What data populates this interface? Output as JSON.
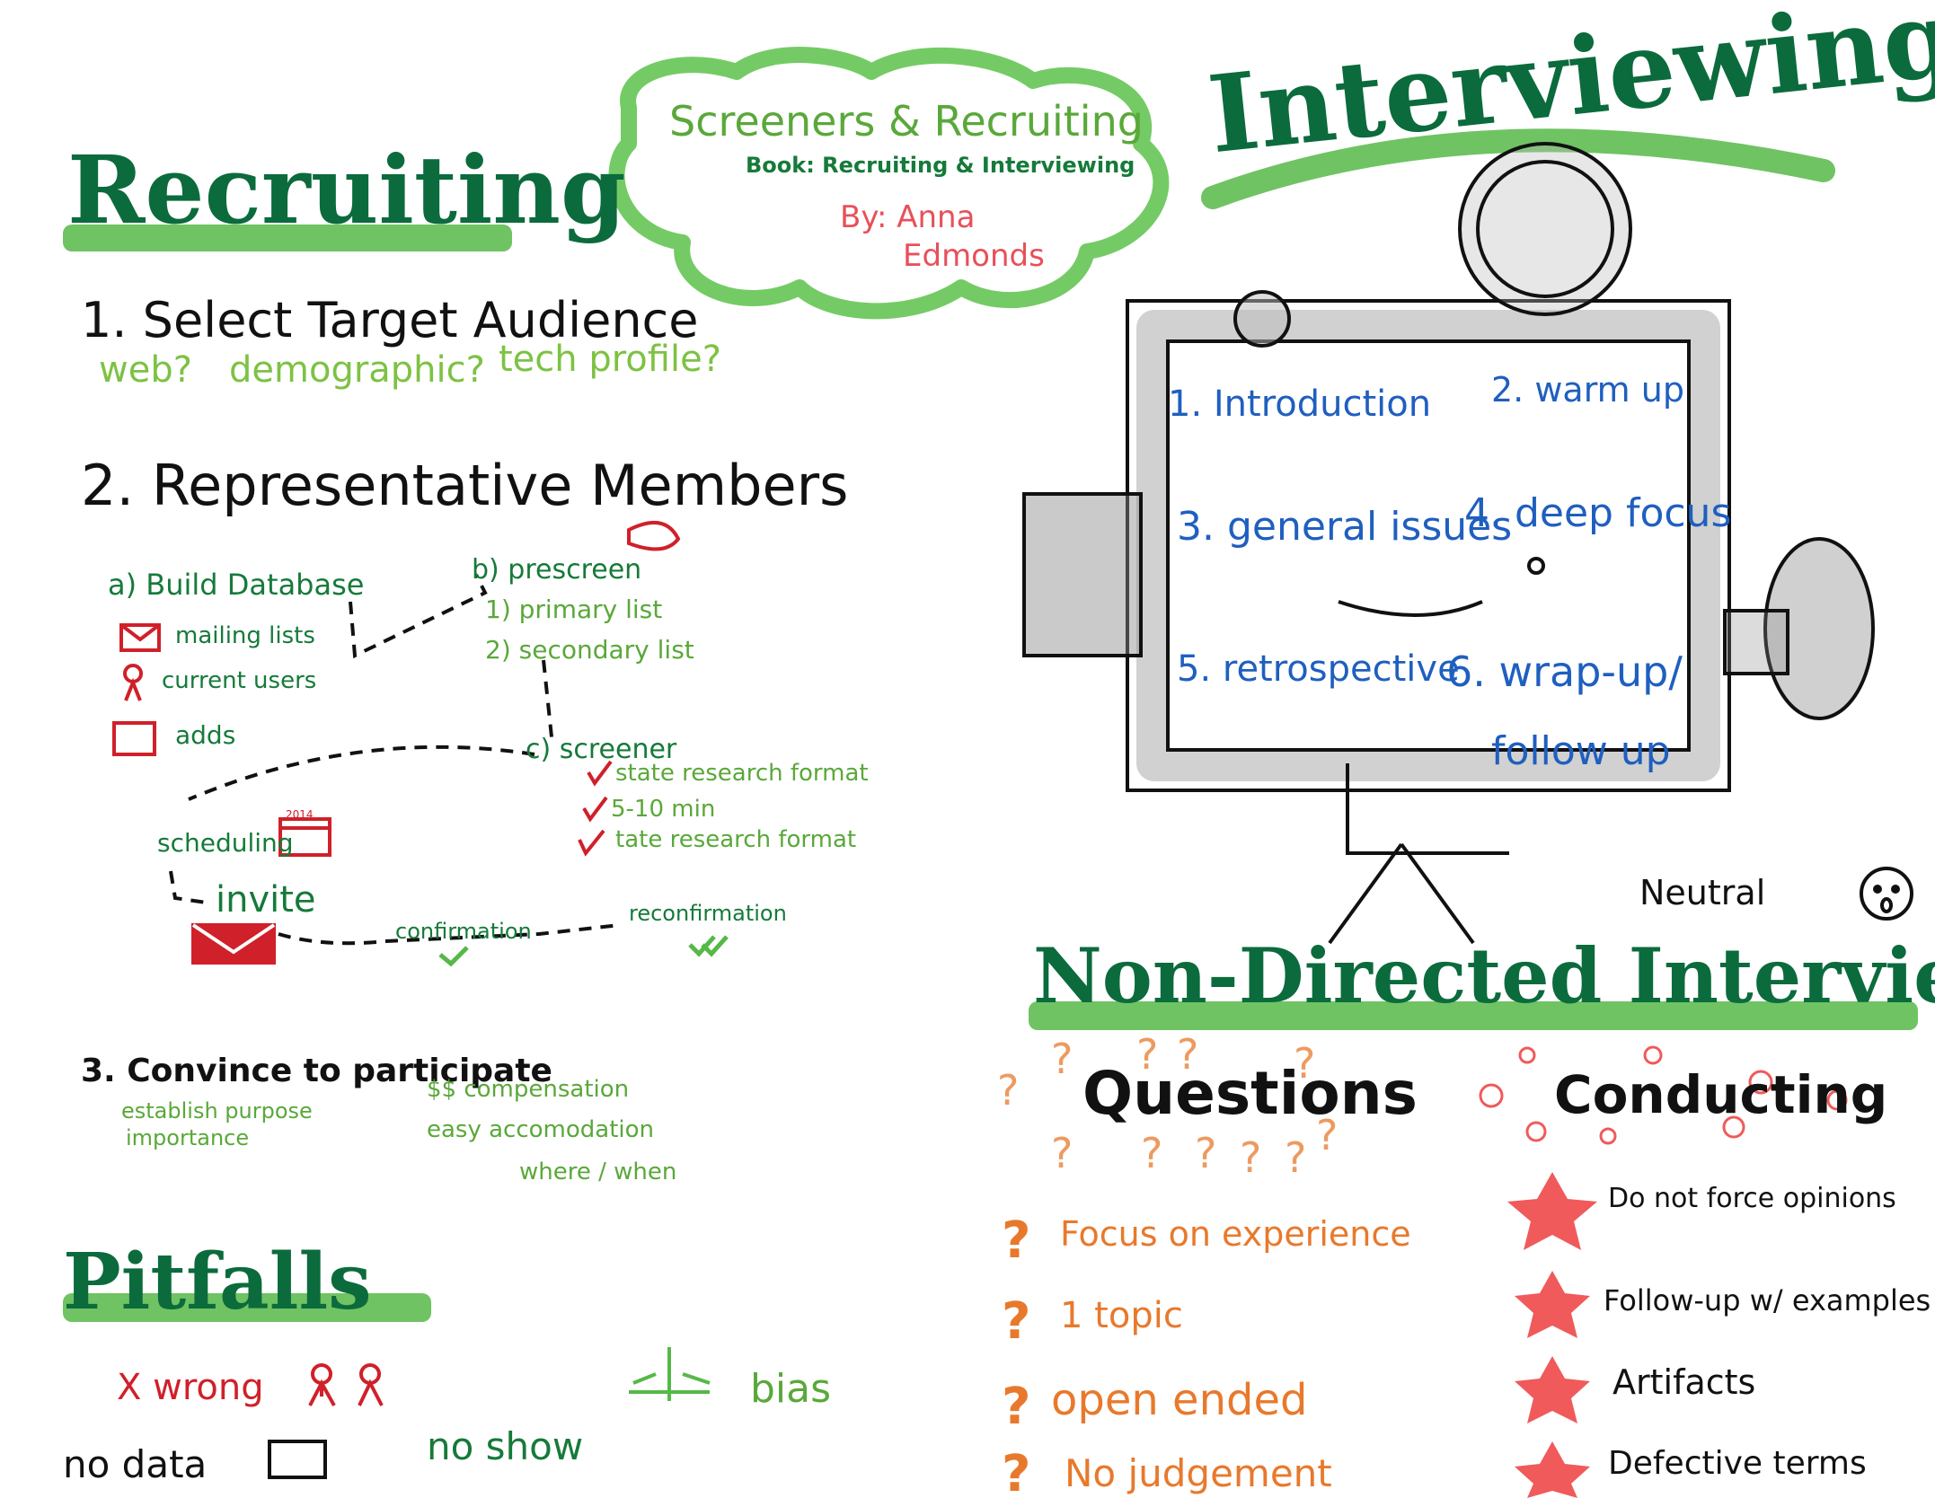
{
  "cloud": {
    "title": "Screeners & Recruiting",
    "book": "Book: Recruiting & Interviewing",
    "by": "By: Anna",
    "author_last": "Edmonds"
  },
  "recruiting": {
    "title": "Recruiting",
    "step1": "1. Select Target Audience",
    "step1_options": [
      "web?",
      "demographic?",
      "tech profile?"
    ],
    "step2": "2. Representative Members",
    "a_label": "a) Build Database",
    "a_items": [
      "mailing lists",
      "current users",
      "adds"
    ],
    "b_label": "b) prescreen",
    "b_items": [
      "1) primary list",
      "2) secondary list"
    ],
    "c_label": "c) screener",
    "c_items": [
      "state research format",
      "5-10 min",
      "tate research format"
    ],
    "scheduling": "scheduling",
    "calendar_label": "2014",
    "invite": "invite",
    "confirmation": "confirmation",
    "reconfirmation": "reconfirmation",
    "step3": "3. Convince to participate",
    "step3_left": [
      "establish purpose",
      "importance"
    ],
    "step3_right": [
      "$$ compensation",
      "easy accomodation",
      "where / when"
    ]
  },
  "pitfalls": {
    "title": "Pitfalls",
    "wrong": "X wrong",
    "bias": "bias",
    "no_data": "no data",
    "no_show": "no show"
  },
  "interviewing": {
    "title": "Interviewing",
    "steps": [
      "1. Introduction",
      "2. warm up",
      "3. general issues",
      "4. deep focus",
      "5. retrospective",
      "6. wrap-up/",
      "follow up"
    ],
    "neutral": "Neutral"
  },
  "non_directed": {
    "title": "Non-Directed Interview",
    "questions_title": "Questions",
    "questions": [
      "Focus on experience",
      "1 topic",
      "open ended",
      "No judgement"
    ],
    "conducting_title": "Conducting",
    "conducting": [
      "Do not force opinions",
      "Follow-up w/ examples",
      "Artifacts",
      "Defective terms"
    ]
  },
  "colors": {
    "title_green": "#0b6b3c",
    "highlight_green": "#56b848",
    "accent_red": "#d0202a",
    "step_blue": "#1f5fbf",
    "question_orange": "#e8792c",
    "conduct_red": "#f05a5a"
  }
}
